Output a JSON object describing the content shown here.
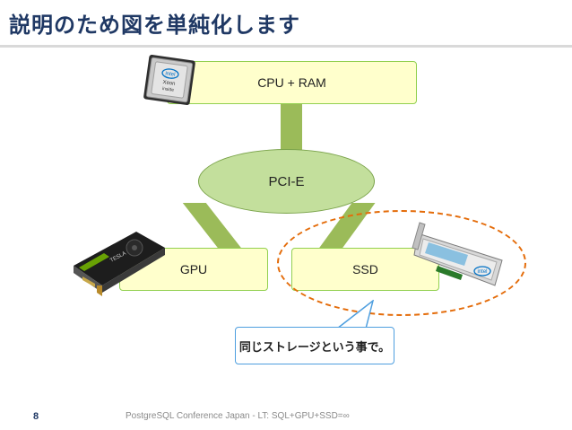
{
  "slide": {
    "title": "説明のため図を単純化します",
    "page_number": "8",
    "footer": "PostgreSQL Conference Japan - LT: SQL+GPU+SSD=∞"
  },
  "diagram": {
    "cpu_box_label": "CPU + RAM",
    "bus_label": "PCI-E",
    "gpu_box_label": "GPU",
    "ssd_box_label": "SSD",
    "callout_text": "同じストレージという事で。"
  },
  "images": {
    "cpu_chip": {
      "brand": "intel",
      "model_line1": "Xeon",
      "model_line2": "inside"
    },
    "gpu_card": {
      "brand": "TESLA"
    },
    "ssd_card": {
      "brand": "intel"
    }
  },
  "colors": {
    "title": "#1f3864",
    "box_fill": "#ffffcc",
    "box_border": "#92d050",
    "bus_fill": "#c3df9c",
    "connector": "#9bbb59",
    "dashed_oval": "#e46c0a",
    "callout_border": "#4f9fdf"
  }
}
